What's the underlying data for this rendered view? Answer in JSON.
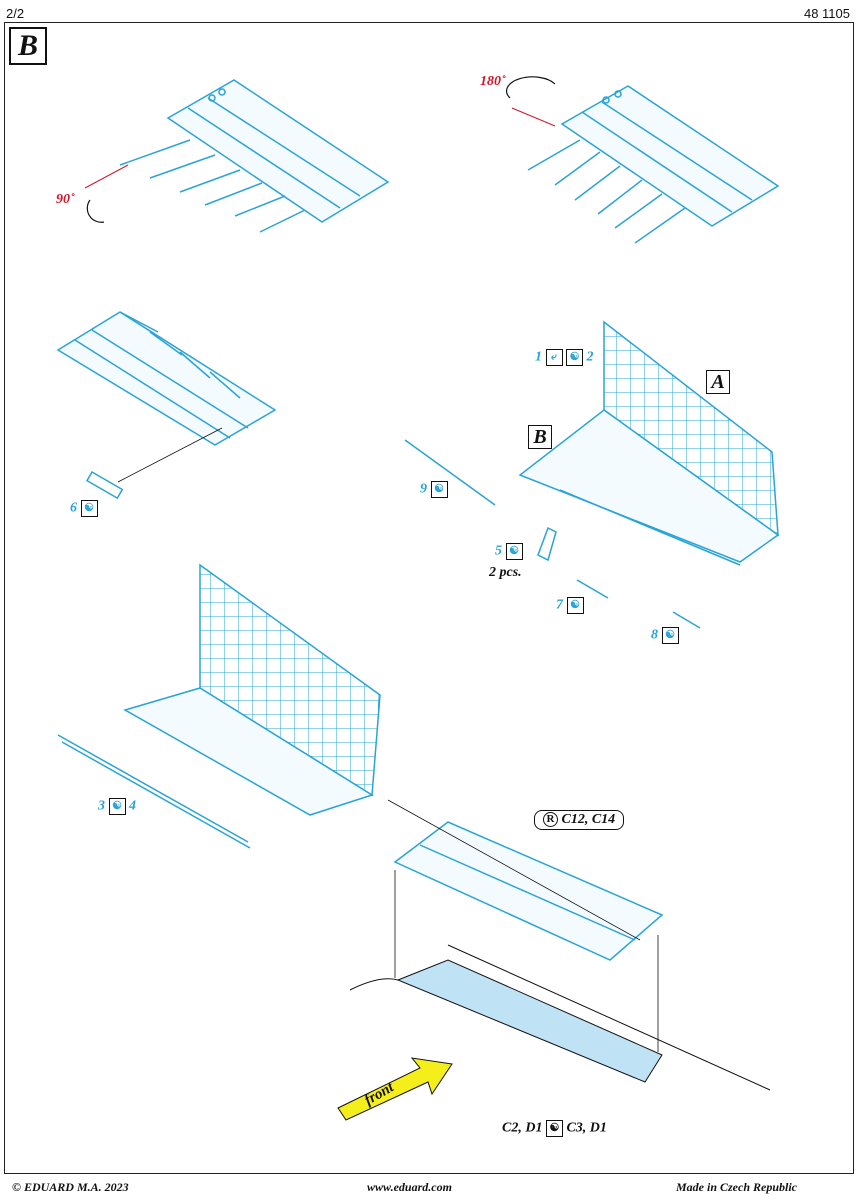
{
  "header": {
    "page": "2/2",
    "code": "48 1105"
  },
  "step": {
    "letter": "B"
  },
  "rotations": {
    "first": "90˚",
    "second": "180˚"
  },
  "parts": {
    "p12": {
      "a": "1",
      "b": "2"
    },
    "p6": "6",
    "p9": "9",
    "p5": "5",
    "p5_qty": "2 pcs.",
    "p7": "7",
    "p8": "8",
    "p34": {
      "a": "3",
      "b": "4"
    }
  },
  "sub_labels": {
    "a": "A",
    "b": "B"
  },
  "callout": {
    "icon": "R",
    "text": "C12, C14"
  },
  "bottom_parts": {
    "left": "C2, D1",
    "right": "C3, D1"
  },
  "arrow_label": "front",
  "icons": {
    "bend": "bend-icon",
    "etch": "photo-etch-icon",
    "resin": "registered-icon"
  },
  "colors": {
    "line": "#2aa3d6",
    "fill": "#bfe2f5",
    "red": "#d1172b",
    "arrow": "#f4ef1b"
  },
  "footer": {
    "left": "© EDUARD  M.A. 2023",
    "center": "www.eduard.com",
    "right": "Made in Czech Republic"
  }
}
